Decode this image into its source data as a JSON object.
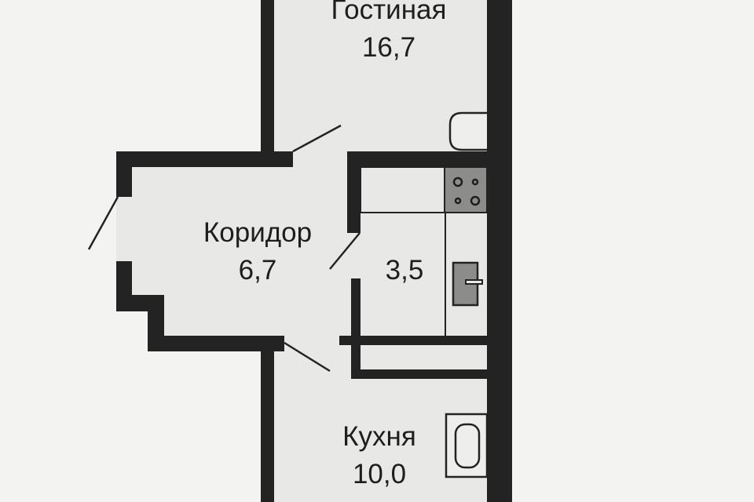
{
  "floor_plan": {
    "rooms": [
      {
        "name": "Гостиная",
        "area": "16,7"
      },
      {
        "name": "Коридор",
        "area": "6,7"
      },
      {
        "name": "",
        "area": "3,5"
      },
      {
        "name": "Кухня",
        "area": "10,0"
      }
    ],
    "colors": {
      "background": "#f3f3f1",
      "room_fill": "#e8e8e6",
      "wall": "#232323",
      "appliance": "#8c8c8a"
    }
  }
}
